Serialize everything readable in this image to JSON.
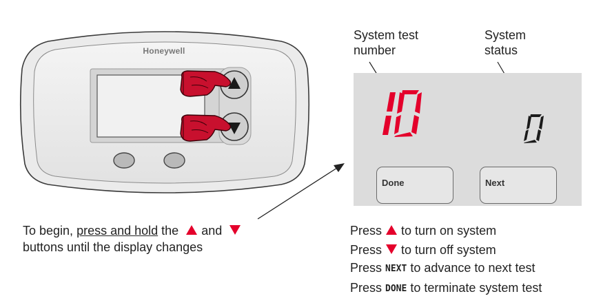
{
  "device": {
    "brand": "Honeywell"
  },
  "callouts": {
    "test_number_line1": "System test",
    "test_number_line2": "number",
    "status_line1": "System",
    "status_line2": "status"
  },
  "display": {
    "test_number": "10",
    "status_value": "0",
    "done_label": "Done",
    "next_label": "Next"
  },
  "instructions_left": {
    "line1_a": "To begin, ",
    "line1_u": "press and hold",
    "line1_b": " the",
    "line1_and": "and",
    "line2": "buttons until the display changes"
  },
  "instructions_right": {
    "press": "Press",
    "row1_text": "to turn on system",
    "row2_text": "to turn off system",
    "row3_key": "NEXT",
    "row3_text": "to advance to next test",
    "row4_key": "DONE",
    "row4_text": "to terminate system test"
  },
  "colors": {
    "accent_red": "#e4002b",
    "hand_red": "#c8102e",
    "panel_gray": "#dcdcdc"
  },
  "icons": [
    "up-arrow-icon",
    "down-arrow-icon",
    "pointing-hand-icon",
    "red-up-triangle-icon",
    "red-down-triangle-icon",
    "leader-arrow-icon"
  ]
}
